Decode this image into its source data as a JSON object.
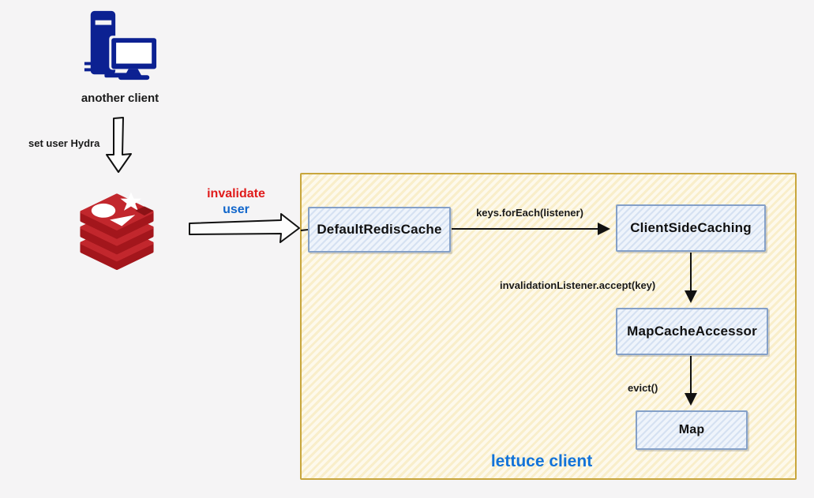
{
  "labels": {
    "another_client": "another client",
    "set_user": "set user Hydra",
    "invalidate": "invalidate",
    "user": "user",
    "lettuce_client": "lettuce client"
  },
  "nodes": [
    {
      "id": "default-redis-cache",
      "label": "DefaultRedisCache"
    },
    {
      "id": "client-side-caching",
      "label": "ClientSideCaching"
    },
    {
      "id": "map-cache-accessor",
      "label": "MapCacheAccessor"
    },
    {
      "id": "map",
      "label": "Map"
    }
  ],
  "edges": [
    {
      "from": "default-redis-cache",
      "to": "client-side-caching",
      "label": "keys.forEach(listener)"
    },
    {
      "from": "client-side-caching",
      "to": "map-cache-accessor",
      "label": "invalidationListener.accept(key)"
    },
    {
      "from": "map-cache-accessor",
      "to": "map",
      "label": "evict()"
    },
    {
      "from": "another-client",
      "to": "redis",
      "label": "set user Hydra"
    },
    {
      "from": "redis",
      "to": "default-redis-cache",
      "label": "invalidate user"
    }
  ],
  "icons": [
    {
      "name": "computer-icon"
    },
    {
      "name": "redis-icon"
    }
  ],
  "colors": {
    "background": "#f5f4f5",
    "container_border": "#c8a63d",
    "container_fill": "#faf0ce",
    "node_border": "#84a0c8",
    "node_fill": "#e3ecf7",
    "invalidate_red": "#e01b1b",
    "user_blue": "#1166cb",
    "lettuce_blue": "#1273d8",
    "icon_navy": "#0c2192",
    "redis_red": "#c2272d"
  }
}
